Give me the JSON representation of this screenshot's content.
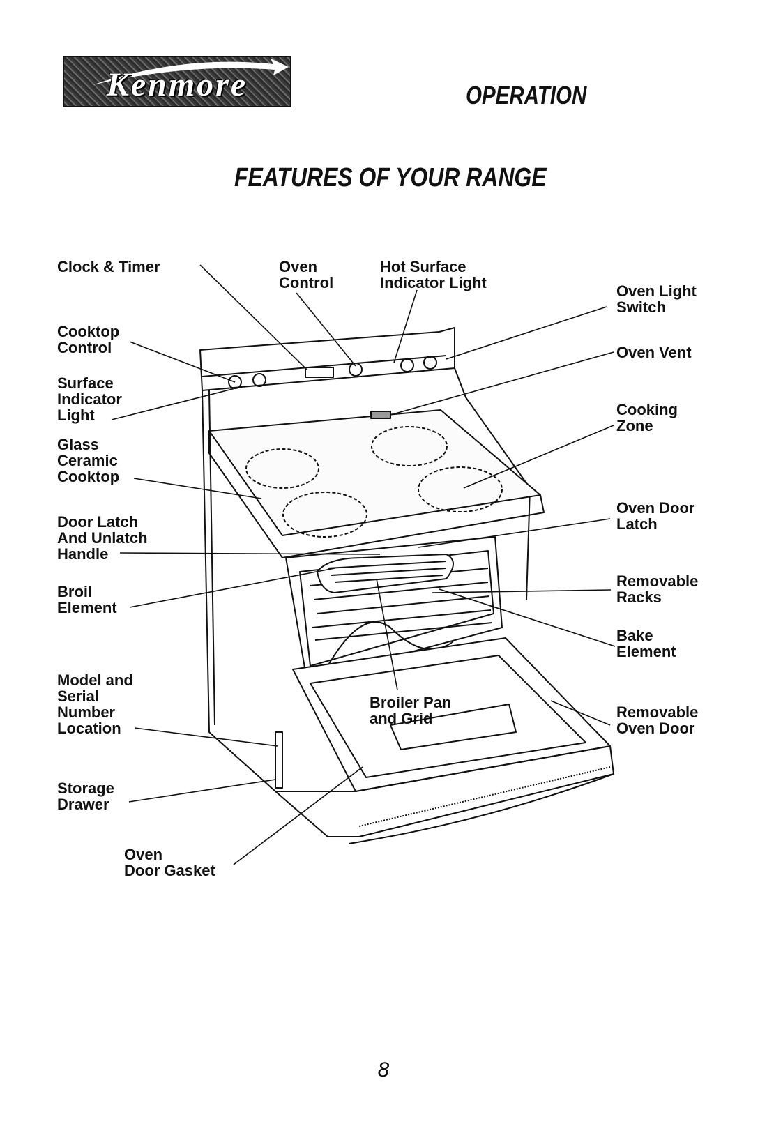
{
  "header": {
    "logo_text": "Kenmore",
    "section_title": "OPERATION"
  },
  "page_heading": "FEATURES OF YOUR RANGE",
  "callouts": {
    "clock_timer": "Clock & Timer",
    "oven_control": "Oven\nControl",
    "hot_surface_indicator_light": "Hot Surface\nIndicator Light",
    "oven_light_switch": "Oven Light\nSwitch",
    "cooktop_control": "Cooktop\nControl",
    "oven_vent": "Oven Vent",
    "surface_indicator_light": "Surface\nIndicator\nLight",
    "cooking_zone": "Cooking\nZone",
    "glass_ceramic_cooktop": "Glass\nCeramic\nCooktop",
    "door_latch_unlatch_handle": "Door Latch\nAnd Unlatch\nHandle",
    "oven_door_latch": "Oven Door\nLatch",
    "broil_element": "Broil\nElement",
    "removable_racks": "Removable\nRacks",
    "bake_element": "Bake\nElement",
    "model_serial_location": "Model and\nSerial\nNumber\nLocation",
    "broiler_pan_grid": "Broiler Pan\nand Grid",
    "removable_oven_door": "Removable\nOven Door",
    "storage_drawer": "Storage\nDrawer",
    "oven_door_gasket": "Oven\nDoor Gasket"
  },
  "page_number": "8"
}
